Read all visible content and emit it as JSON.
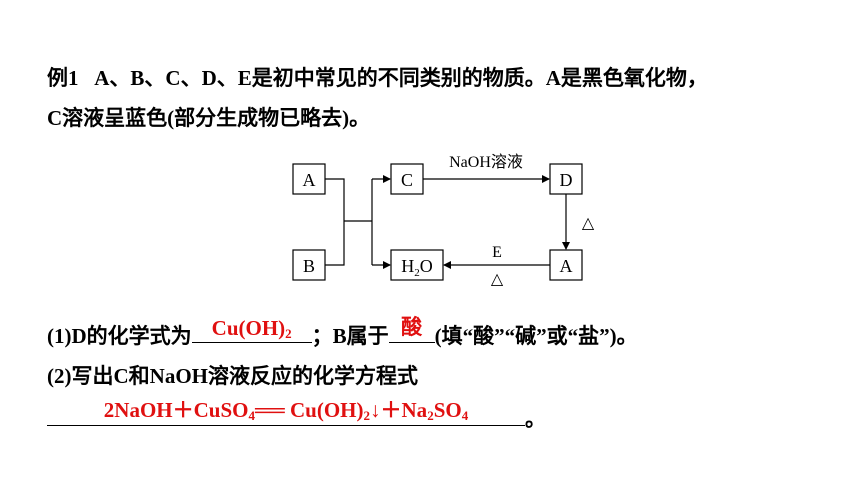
{
  "problem": {
    "label": "例1",
    "stem_line1": "A、B、C、D、E是初中常见的不同类别的物质。A是黑色氧化物，",
    "stem_line2": "C溶液呈蓝色(部分生成物已略去)。"
  },
  "diagram": {
    "nodes": {
      "a1": "A",
      "b": "B",
      "c": "C",
      "d": "D",
      "h2o_main": "H",
      "h2o_sub": "2",
      "h2o_tail": "O",
      "a2": "A"
    },
    "edges": {
      "c_to_d": "NaOH溶液",
      "d_to_a": "△",
      "a_to_h2o_top": "E",
      "a_to_h2o_bottom": "△"
    }
  },
  "q1": {
    "prefix": "(1)D的化学式为",
    "answer_main": "Cu(OH)",
    "answer_sub": "2",
    "middle": "；B属于",
    "answer2": "酸",
    "suffix": "(填“酸”“碱”或“盐”)。"
  },
  "q2": {
    "prompt": "(2)写出C和NaOH溶液反应的化学方程式",
    "eq": {
      "p1": "2NaOH＋CuSO",
      "s1": "4",
      "p2": "══ Cu(OH)",
      "s2": "2",
      "p3": "↓＋Na",
      "s3": "2",
      "p4": "SO",
      "s4": "4"
    },
    "end": "。"
  }
}
